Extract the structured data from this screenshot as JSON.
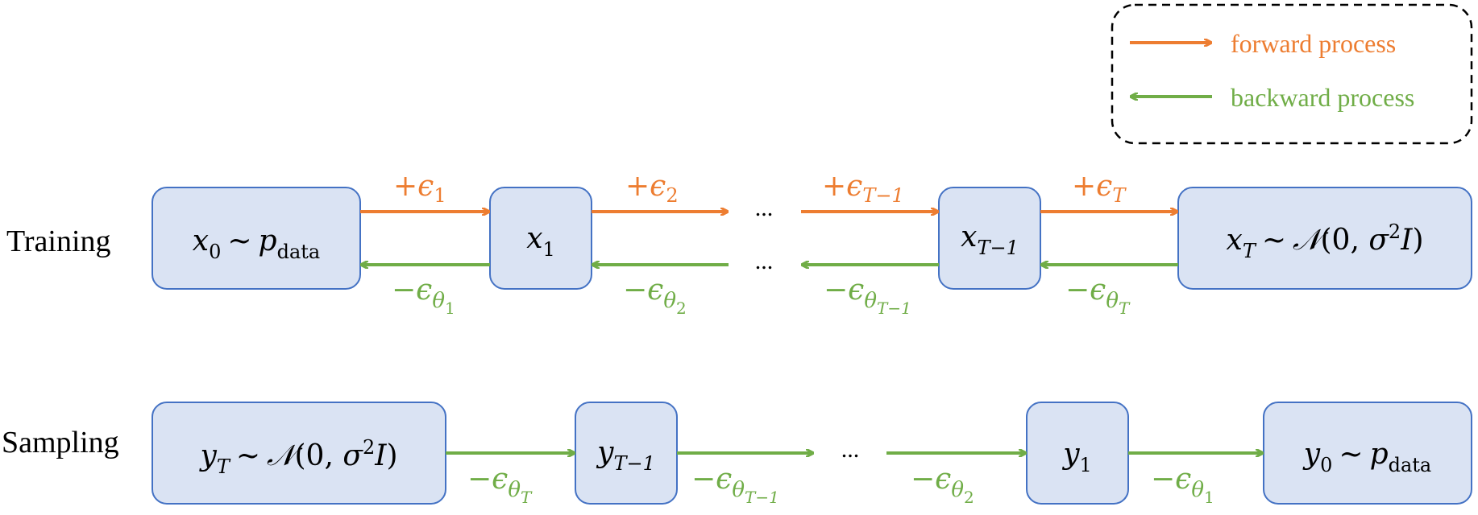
{
  "colors": {
    "forward": "#ed7d31",
    "backward": "#70ad47",
    "node_fill": "#dae3f3",
    "node_stroke": "#4472c4"
  },
  "legend": {
    "forward_label": "forward process",
    "backward_label": "backward process"
  },
  "rows": {
    "training": "Training",
    "sampling": "Sampling"
  },
  "ellipsis": "...",
  "training": {
    "nodes": {
      "x0": {
        "base": "x",
        "sub": "0",
        "rel": "~",
        "rhs_base": "p",
        "rhs_sub": "data"
      },
      "x1": {
        "base": "x",
        "sub": "1"
      },
      "xTm1": {
        "base": "x",
        "sub": "T−1"
      },
      "xT": {
        "base": "x",
        "sub": "T",
        "rel": "~",
        "dist": "𝒩",
        "open": "(0, ",
        "sigma": "σ",
        "pow": "2",
        "ident": "I",
        "close": ")"
      }
    },
    "forward_labels": {
      "e1": {
        "sign": "+",
        "sym": "ϵ",
        "sub": "1"
      },
      "e2": {
        "sign": "+",
        "sym": "ϵ",
        "sub": "2"
      },
      "eTm1": {
        "sign": "+",
        "sym": "ϵ",
        "sub": "T−1"
      },
      "eT": {
        "sign": "+",
        "sym": "ϵ",
        "sub": "T"
      }
    },
    "backward_labels": {
      "t1": {
        "sign": "−",
        "sym": "ϵ",
        "sub": "θ",
        "subsub": "1"
      },
      "t2": {
        "sign": "−",
        "sym": "ϵ",
        "sub": "θ",
        "subsub": "2"
      },
      "tTm1": {
        "sign": "−",
        "sym": "ϵ",
        "sub": "θ",
        "subsub": "T−1"
      },
      "tT": {
        "sign": "−",
        "sym": "ϵ",
        "sub": "θ",
        "subsub": "T"
      }
    }
  },
  "sampling": {
    "nodes": {
      "yT": {
        "base": "y",
        "sub": "T",
        "rel": "~",
        "dist": "𝒩",
        "open": "(0, ",
        "sigma": "σ",
        "pow": "2",
        "ident": "I",
        "close": ")"
      },
      "yTm1": {
        "base": "y",
        "sub": "T−1"
      },
      "y1": {
        "base": "y",
        "sub": "1"
      },
      "y0": {
        "base": "y",
        "sub": "0",
        "rel": "~",
        "rhs_base": "p",
        "rhs_sub": "data"
      }
    },
    "labels": {
      "tT": {
        "sign": "−",
        "sym": "ϵ",
        "sub": "θ",
        "subsub": "T"
      },
      "tTm1": {
        "sign": "−",
        "sym": "ϵ",
        "sub": "θ",
        "subsub": "T−1"
      },
      "t2": {
        "sign": "−",
        "sym": "ϵ",
        "sub": "θ",
        "subsub": "2"
      },
      "t1": {
        "sign": "−",
        "sym": "ϵ",
        "sub": "θ",
        "subsub": "1"
      }
    }
  }
}
